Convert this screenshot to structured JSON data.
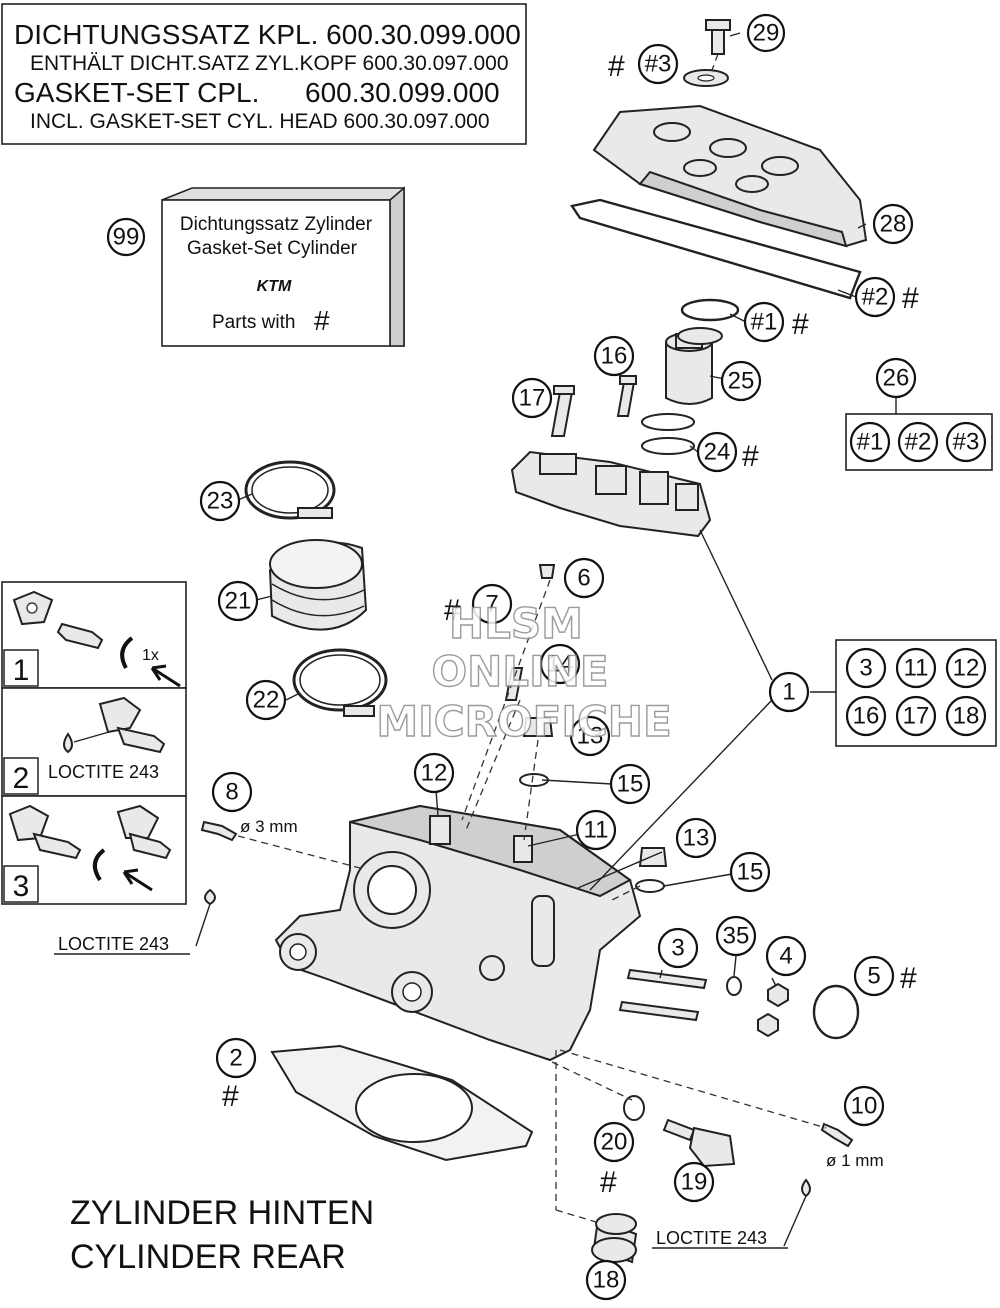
{
  "gasket_set_box": {
    "line1": "DICHTUNGSSATZ KPL. 600.30.099.000",
    "line2": "ENTHÄLT DICHT.SATZ ZYL.KOPF 600.30.097.000",
    "line3_label": "GASKET-SET CPL.",
    "line3_number": "600.30.099.000",
    "line4": "INCL. GASKET-SET CYL. HEAD 600.30.097.000"
  },
  "cylinder_gasket_box": {
    "callout": "99",
    "line1": "Dichtungssatz Zylinder",
    "line2": "Gasket-Set Cylinder",
    "brand": "KTM",
    "parts_with_label": "Parts with",
    "hash": "#"
  },
  "hash_symbol": "#",
  "callouts": {
    "c29": "29",
    "c3h": "#3",
    "c28": "28",
    "c2h": "#2",
    "c1h": "#1",
    "c16": "16",
    "c17": "17",
    "c25": "25",
    "c24": "24",
    "c26": "26",
    "c23": "23",
    "c21": "21",
    "c22": "22",
    "c6": "6",
    "c7": "7",
    "c14": "14",
    "c13a": "13",
    "c15a": "15",
    "c12": "12",
    "c11": "11",
    "c1": "1",
    "c8": "8",
    "c13b": "13",
    "c15b": "15",
    "c3": "3",
    "c35": "35",
    "c4": "4",
    "c5": "5",
    "c2": "2",
    "c10": "10",
    "c20": "20",
    "c19": "19",
    "c18": "18"
  },
  "group_26": [
    "#1",
    "#2",
    "#3"
  ],
  "group_1": [
    "3",
    "11",
    "12",
    "16",
    "17",
    "18"
  ],
  "steps": [
    {
      "number": "1",
      "label": "1x"
    },
    {
      "number": "2",
      "label": "LOCTITE 243"
    },
    {
      "number": "3",
      "label": ""
    }
  ],
  "dims": {
    "d8": "ø 3 mm",
    "d10": "ø 1 mm"
  },
  "loctite": {
    "left": "LOCTITE 243",
    "bottom": "LOCTITE 243"
  },
  "title": {
    "line1": "ZYLINDER HINTEN",
    "line2": "CYLINDER REAR"
  },
  "watermark": {
    "line1": "HLSM",
    "line2": "ONLINE",
    "line3": "MICROFICHE"
  }
}
